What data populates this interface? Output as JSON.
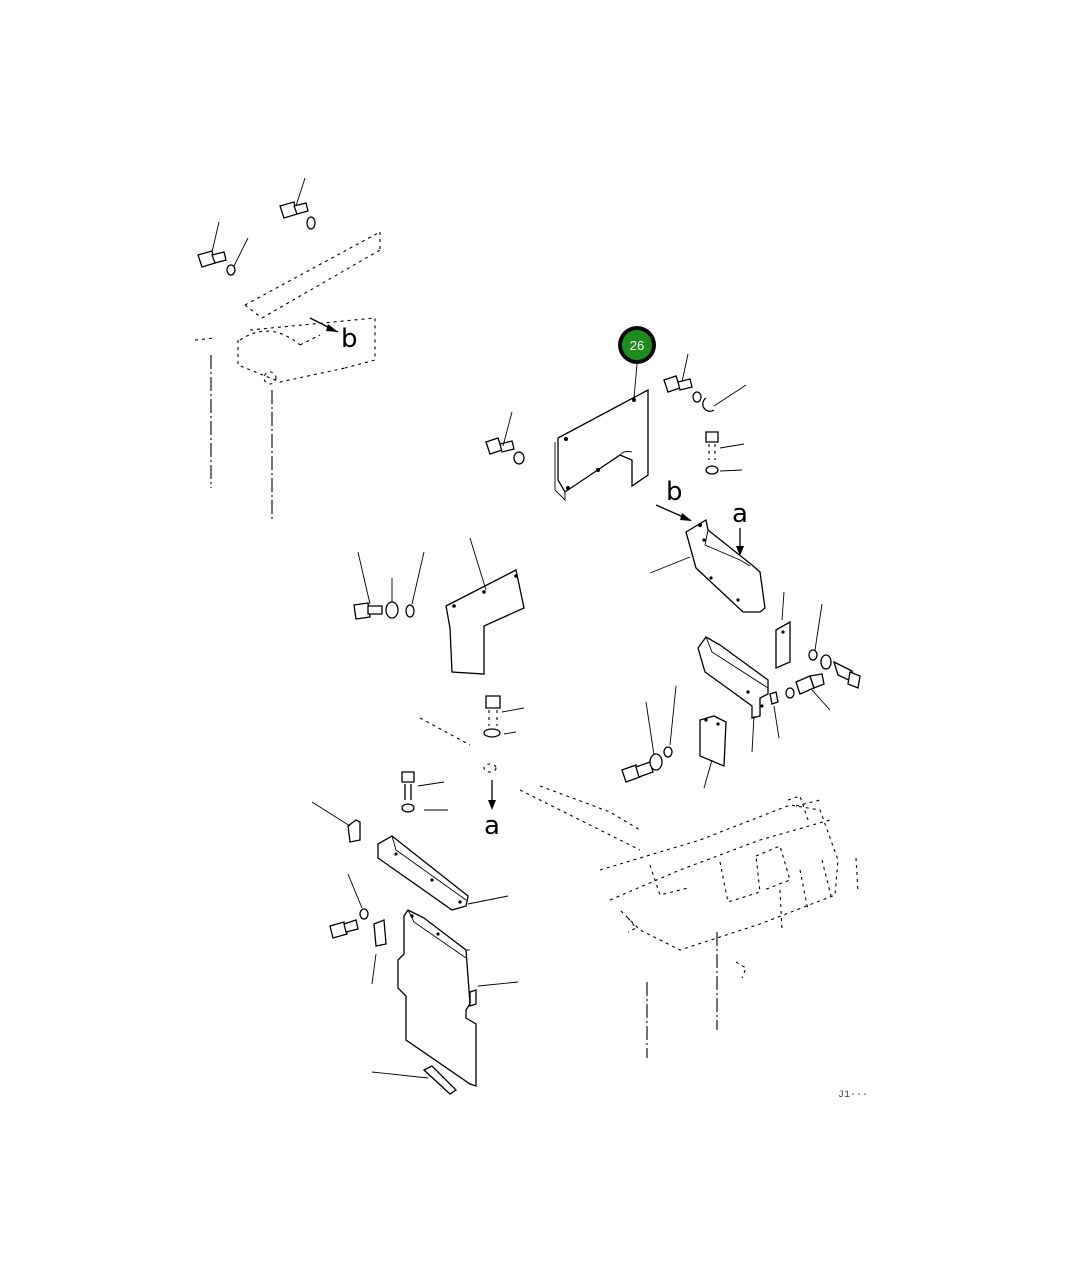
{
  "diagram": {
    "callout": {
      "number": "26",
      "fill": "#1e8c1e",
      "ring": "#0a0a0a"
    },
    "view_labels": {
      "b_upper": "b",
      "b_mid": "b",
      "a_mid": "a",
      "a_lower": "a"
    },
    "drawing_code": "J1···"
  }
}
